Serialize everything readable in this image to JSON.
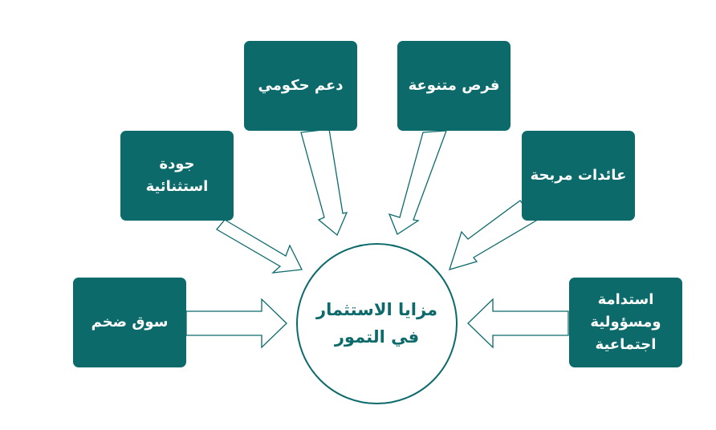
{
  "center": {
    "text": "مزايا الاستثمار في التمور"
  },
  "benefits": {
    "large_market": "سوق ضخم",
    "exceptional_quality": "جودة استثنائية",
    "government_support": "دعم حكومي",
    "diverse_opportunities": "فرص متنوعة",
    "profitable_returns": "عائدات مربحة",
    "sustainability_csr": "استدامة ومسؤولية اجتماعية"
  },
  "colors": {
    "box_fill": "#0c6a6b",
    "box_text": "#ffffff",
    "arrow_stroke": "#0c6a6b"
  }
}
